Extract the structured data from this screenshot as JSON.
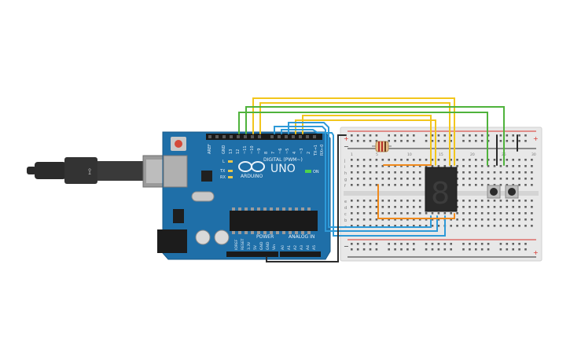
{
  "board": {
    "brand": "UNO",
    "logo_text": "ARDUINO",
    "digital_header": "DIGITAL (PWM~)",
    "power_header": "POWER",
    "analog_header": "ANALOG IN",
    "led_on": "ON",
    "led_l": "L",
    "led_tx": "TX",
    "led_rx": "RX",
    "aref": "AREF",
    "gnd": "GND",
    "pin13": "13",
    "pin12": "12",
    "pin11": "~11",
    "pin10": "~10",
    "pin9": "~9",
    "pin8": "8",
    "pin7": "7",
    "pin6": "~6",
    "pin5": "~5",
    "pin4": "4",
    "pin3": "~3",
    "pin2": "2",
    "pin1": "TX→1",
    "pin0": "RX←0",
    "power_pins": [
      "IOREF",
      "RESET",
      "3.3V",
      "5V",
      "GND",
      "GND",
      "Vin"
    ],
    "analog_pins": [
      "A0",
      "A1",
      "A2",
      "A3",
      "A4",
      "A5"
    ]
  },
  "breadboard": {
    "plus": "+",
    "minus": "−",
    "col_labels": [
      "1",
      "5",
      "10",
      "15",
      "20",
      "25",
      "30"
    ],
    "row_labels_top": [
      "j",
      "i",
      "h",
      "g",
      "f"
    ],
    "row_labels_bottom": [
      "e",
      "d",
      "c",
      "b",
      "a"
    ]
  },
  "display": {
    "digit": "8"
  },
  "colors": {
    "board": "#1f6fa8",
    "breadboard": "#e8e8e8",
    "wire_yellow": "#f2c61d",
    "wire_green": "#4fb33c",
    "wire_blue": "#2e9ad8",
    "wire_orange": "#f08a1c",
    "wire_black": "#2b2b2b",
    "rail_red": "#d8322c"
  }
}
